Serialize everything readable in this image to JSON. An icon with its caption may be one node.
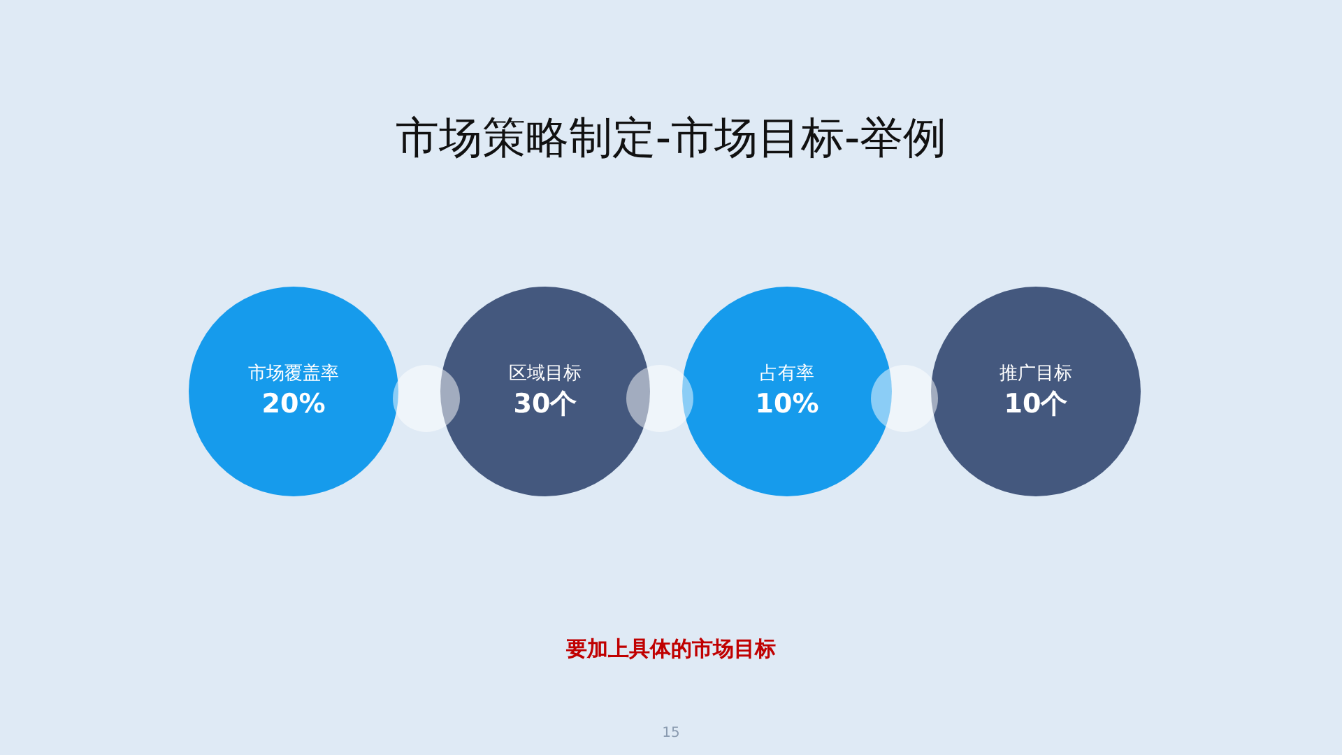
{
  "diagram": {
    "title": "市场策略制定-市场目标-举例",
    "nodes": [
      {
        "text": [
          "市场覆盖率",
          "20%"
        ]
      },
      {
        "text": [],
        "shape": "circle"
      },
      {
        "text": [
          "区域目标",
          "30个"
        ]
      },
      {
        "text": [],
        "shape": "circle"
      },
      {
        "text": [
          "占有率",
          "10%"
        ]
      },
      {
        "text": [],
        "shape": "circle"
      },
      {
        "text": [
          "推广目标",
          "10个"
        ]
      }
    ],
    "labels": [
      "要加上具体的市场目标",
      "15"
    ]
  }
}
